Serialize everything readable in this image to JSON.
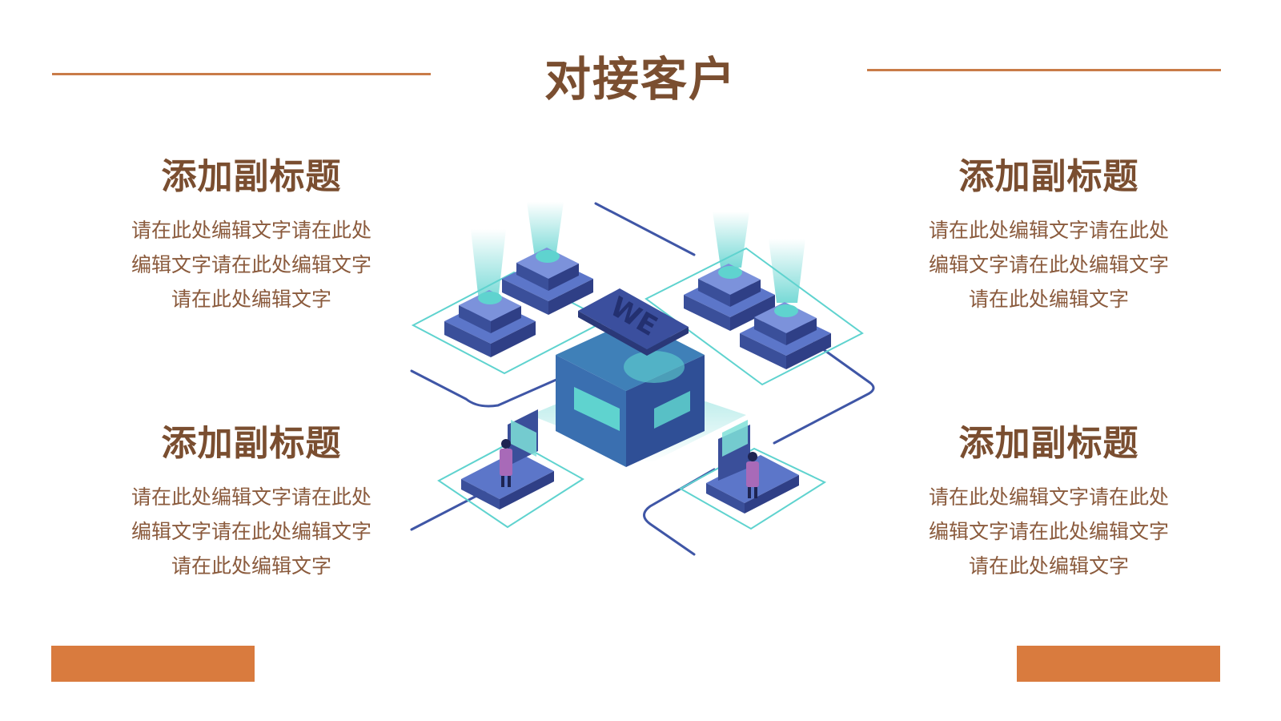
{
  "title": "对接客户",
  "blocks": [
    {
      "subtitle": "添加副标题",
      "text": "请在此处编辑文字请在此处\n编辑文字请在此处编辑文字\n请在此处编辑文字"
    },
    {
      "subtitle": "添加副标题",
      "text": "请在此处编辑文字请在此处\n编辑文字请在此处编辑文字\n请在此处编辑文字"
    },
    {
      "subtitle": "添加副标题",
      "text": "请在此处编辑文字请在此处\n编辑文字请在此处编辑文字\n请在此处编辑文字"
    },
    {
      "subtitle": "添加副标题",
      "text": "请在此处编辑文字请在此处\n编辑文字请在此处编辑文字\n请在此处编辑文字"
    }
  ],
  "illustration": {
    "hub_label": "WE"
  },
  "colors": {
    "brown": "#7a4e30",
    "orange": "#d97b3e",
    "teal": "#5fd3cf",
    "navy": "#3f56a6"
  }
}
